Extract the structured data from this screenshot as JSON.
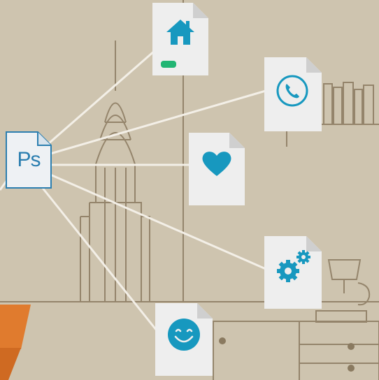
{
  "source_file": {
    "label": "Ps"
  },
  "colors": {
    "background": "#cec4af",
    "line_art": "#8a7a60",
    "connector": "#f3efe7",
    "card": "#eeeeee",
    "card_fold": "#cfcfcf",
    "icon": "#1798bf",
    "ps_text": "#2c7fb0",
    "accent_green": "#22b573",
    "accent_orange": "#e07b2e"
  },
  "targets": [
    {
      "name": "home-file",
      "icon": "house-icon"
    },
    {
      "name": "phone-file",
      "icon": "phone-icon"
    },
    {
      "name": "heart-file",
      "icon": "heart-icon"
    },
    {
      "name": "settings-file",
      "icon": "gears-icon"
    },
    {
      "name": "smiley-file",
      "icon": "smiley-icon"
    }
  ]
}
